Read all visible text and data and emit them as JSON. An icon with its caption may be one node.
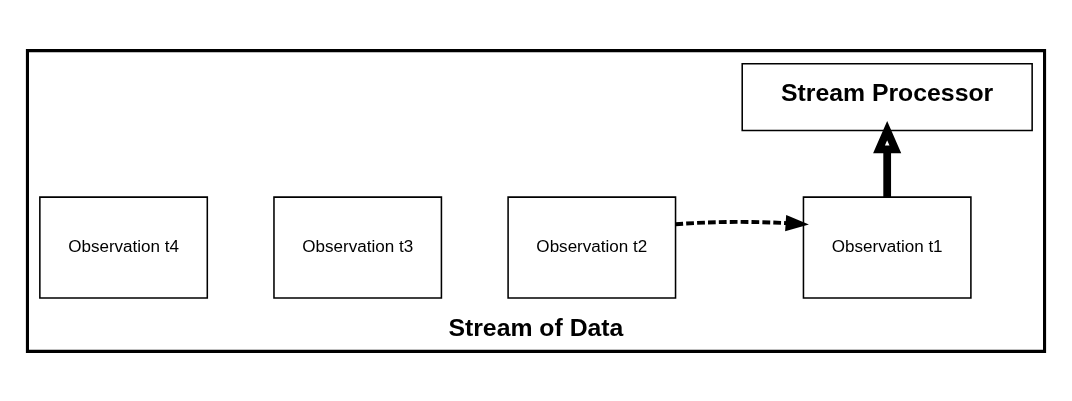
{
  "diagram": {
    "nodes": [
      {
        "text": [
          "Stream of Data"
        ]
      },
      {
        "text": [
          "Stream Processor"
        ],
        "in": 0
      },
      {
        "text": [
          "Observation t4"
        ],
        "in": 0
      },
      {
        "text": [
          "Observation t3"
        ],
        "in": 0
      },
      {
        "text": [
          "Observation t2"
        ],
        "in": 0
      },
      {
        "text": [
          "Observation t1"
        ],
        "in": 0
      }
    ],
    "edges": [
      {
        "from": 4,
        "to": 5,
        "arrow": "to",
        "style": "dashed"
      },
      {
        "from": 5,
        "to": 1,
        "arrow": "to",
        "style": "thick"
      }
    ]
  }
}
